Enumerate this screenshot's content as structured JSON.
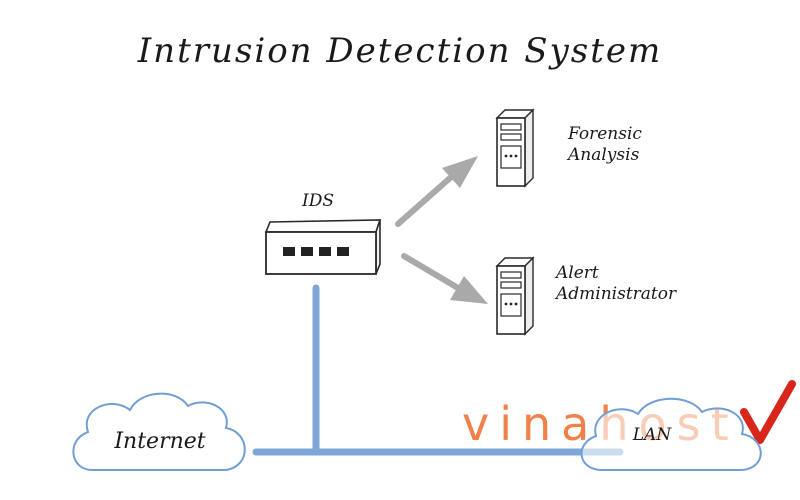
{
  "title": "Intrusion Detection System",
  "nodes": {
    "ids": {
      "label": "IDS"
    },
    "forensic": {
      "line1": "Forensic",
      "line2": "Analysis"
    },
    "alert": {
      "line1": "Alert",
      "line2": "Administrator"
    },
    "internet": {
      "label": "Internet"
    },
    "lan": {
      "label": "LAN"
    }
  },
  "watermark": {
    "text": "vinahost"
  },
  "colors": {
    "network_line": "#7ea7d8",
    "arrow": "#a9a9a9",
    "cloud_stroke": "#6f9fd6",
    "brand": "#ef6a2a"
  },
  "icons": [
    "network-switch-icon",
    "server-tower-icon",
    "cloud-icon",
    "checkmark-icon"
  ]
}
